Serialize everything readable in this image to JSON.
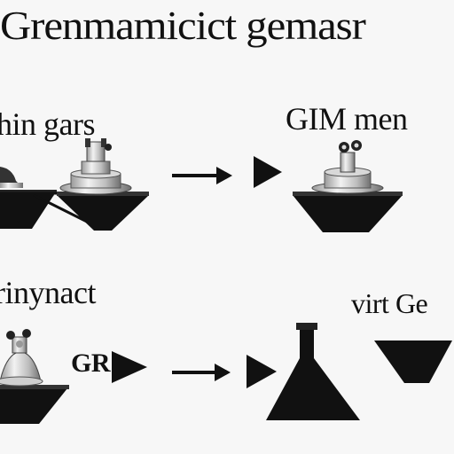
{
  "title": "Grenmamicict gemasr",
  "labels": {
    "top_left": "hin gars",
    "top_right": "GIM men",
    "bottom_left": "rinynact",
    "bottom_right": "virt Ge",
    "bottom_small": "GR"
  },
  "colors": {
    "ink": "#111111",
    "background": "#f7f7f7",
    "metal_light": "#e6e6e6",
    "metal_dark": "#8a8a8a"
  },
  "icons": {
    "apparatus": "lab-apparatus-icon",
    "arrow": "right-arrow-icon",
    "funnel": "funnel-icon",
    "flask": "erlenmeyer-flask-icon"
  }
}
